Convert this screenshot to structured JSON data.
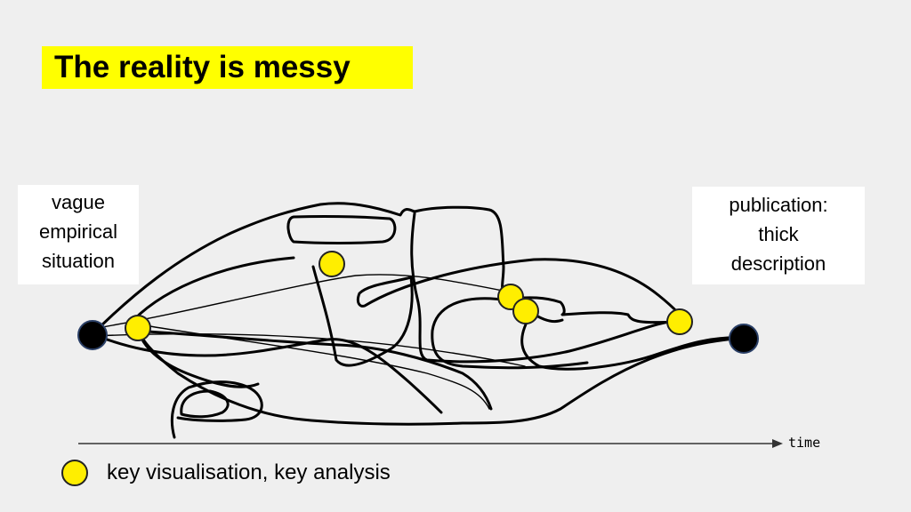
{
  "title": "The reality is messy",
  "start_box": {
    "lines": [
      "vague",
      "empirical",
      "situation"
    ]
  },
  "end_box": {
    "lines": [
      "publication:",
      "thick",
      "description"
    ]
  },
  "axis": {
    "label": "time"
  },
  "legend": {
    "label": "key visualisation, key analysis"
  },
  "colors": {
    "highlight": "#ffff00",
    "key_point": "#ffee00",
    "endpoint": "#000000",
    "background": "#efefef"
  }
}
